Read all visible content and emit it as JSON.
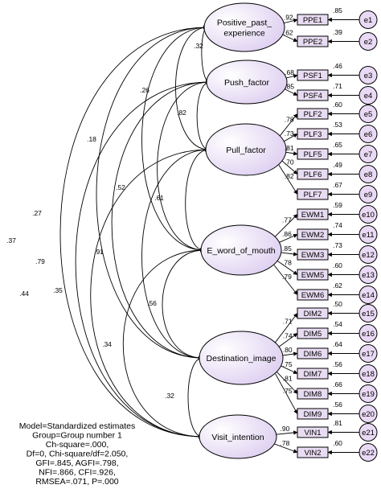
{
  "colors": {
    "latent_fill_light": "#ffffff",
    "latent_fill_dark": "#dccdf0",
    "observed_fill": "#e8dcf2",
    "error_fill": "#ead9f4",
    "stroke": "#000000"
  },
  "latents": [
    {
      "id": "PPE",
      "lines": [
        "Positive_past_",
        "experience"
      ]
    },
    {
      "id": "PUSH",
      "lines": [
        "Push_factor"
      ]
    },
    {
      "id": "PULL",
      "lines": [
        "Pull_factor"
      ]
    },
    {
      "id": "EWOM",
      "lines": [
        "E_word_of_mouth"
      ]
    },
    {
      "id": "DI",
      "lines": [
        "Destination_image"
      ]
    },
    {
      "id": "VI",
      "lines": [
        "Visit_intention"
      ]
    }
  ],
  "indicators": [
    {
      "name": "PPE1",
      "latent": "PPE",
      "loading": ".92",
      "r2": ".85",
      "error": "e1"
    },
    {
      "name": "PPE2",
      "latent": "PPE",
      "loading": ".62",
      "r2": ".39",
      "error": "e2"
    },
    {
      "name": "PSF1",
      "latent": "PUSH",
      "loading": ".68",
      "r2": ".46",
      "error": "e3"
    },
    {
      "name": "PSF4",
      "latent": "PUSH",
      "loading": ".85",
      "r2": ".71",
      "error": "e4"
    },
    {
      "name": "PLF2",
      "latent": "PULL",
      "loading": ".78",
      "r2": ".60",
      "error": "e5"
    },
    {
      "name": "PLF3",
      "latent": "PULL",
      "loading": ".73",
      "r2": ".53",
      "error": "e6"
    },
    {
      "name": "PLF5",
      "latent": "PULL",
      "loading": ".81",
      "r2": ".65",
      "error": "e7"
    },
    {
      "name": "PLF6",
      "latent": "PULL",
      "loading": ".70",
      "r2": ".49",
      "error": "e8"
    },
    {
      "name": "PLF7",
      "latent": "PULL",
      "loading": ".82",
      "r2": ".67",
      "error": "e9"
    },
    {
      "name": "EWM1",
      "latent": "EWOM",
      "loading": ".77",
      "r2": ".59",
      "error": "e10"
    },
    {
      "name": "EWM2",
      "latent": "EWOM",
      "loading": ".86",
      "r2": ".74",
      "error": "e11"
    },
    {
      "name": "EWM3",
      "latent": "EWOM",
      "loading": ".85",
      "r2": ".73",
      "error": "e12"
    },
    {
      "name": "EWM5",
      "latent": "EWOM",
      "loading": ".78",
      "r2": ".60",
      "error": "e13"
    },
    {
      "name": "EWM6",
      "latent": "EWOM",
      "loading": ".79",
      "r2": ".62",
      "error": "e14"
    },
    {
      "name": "DIM2",
      "latent": "DI",
      "loading": ".71",
      "r2": ".50",
      "error": "e15"
    },
    {
      "name": "DIM5",
      "latent": "DI",
      "loading": ".74",
      "r2": ".54",
      "error": "e16"
    },
    {
      "name": "DIM6",
      "latent": "DI",
      "loading": ".80",
      "r2": ".64",
      "error": "e17"
    },
    {
      "name": "DIM7",
      "latent": "DI",
      "loading": ".75",
      "r2": ".56",
      "error": "e18"
    },
    {
      "name": "DIM8",
      "latent": "DI",
      "loading": ".81",
      "r2": ".66",
      "error": "e19"
    },
    {
      "name": "DIM9",
      "latent": "DI",
      "loading": ".75",
      "r2": ".56",
      "error": "e20"
    },
    {
      "name": "VIN1",
      "latent": "VI",
      "loading": ".90",
      "r2": ".81",
      "error": "e21"
    },
    {
      "name": "VIN2",
      "latent": "VI",
      "loading": ".78",
      "r2": ".60",
      "error": "e22"
    }
  ],
  "correlations": [
    {
      "from": "PPE",
      "to": "PUSH",
      "value": ".32"
    },
    {
      "from": "PPE",
      "to": "PULL",
      "value": ".26"
    },
    {
      "from": "PPE",
      "to": "EWOM",
      "value": ".18"
    },
    {
      "from": "PPE",
      "to": "DI",
      "value": ".27"
    },
    {
      "from": "PPE",
      "to": "VI",
      "value": ".37"
    },
    {
      "from": "PUSH",
      "to": "PULL",
      "value": ".82"
    },
    {
      "from": "PUSH",
      "to": "EWOM",
      "value": ".52"
    },
    {
      "from": "PUSH",
      "to": "DI",
      "value": ".79"
    },
    {
      "from": "PUSH",
      "to": "VI",
      "value": ".44"
    },
    {
      "from": "PULL",
      "to": "EWOM",
      "value": ".61"
    },
    {
      "from": "PULL",
      "to": "DI",
      "value": ".91"
    },
    {
      "from": "PULL",
      "to": "VI",
      "value": ".35"
    },
    {
      "from": "EWOM",
      "to": "DI",
      "value": ".56"
    },
    {
      "from": "EWOM",
      "to": "VI",
      "value": ".34"
    },
    {
      "from": "DI",
      "to": "VI",
      "value": ".32"
    }
  ],
  "fit_text": [
    "Model=Standardized estimates",
    "Group=Group number 1",
    "Ch-square=.000,",
    "Df=0, Chi-square/df=2.050,",
    "GFI=.845, AGFI=.798,",
    "NFI=.866, CFI=.926,",
    "RMSEA=.071, P=.000"
  ]
}
